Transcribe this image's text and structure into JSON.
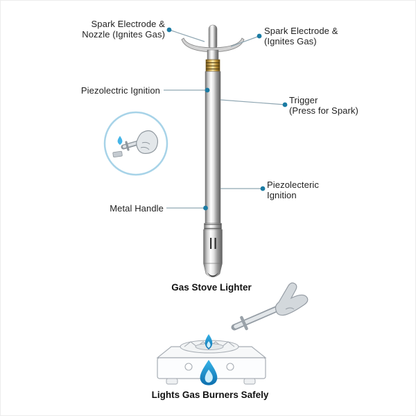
{
  "figure": {
    "subject": "Gas stove lighter labeled diagram"
  },
  "callouts": {
    "spark_nozzle": {
      "line1": "Spark Electrode &",
      "line2": "Nozzle (Ignites Gas)"
    },
    "spark_electrode": {
      "line1": "Spark Electrode &",
      "line2": "(Ignites Gas)"
    },
    "piezo_left": "Piezolectric Ignition",
    "trigger": {
      "line1": "Trigger",
      "line2": "(Press for Spark)"
    },
    "piezo_right": {
      "line1": "Piezolecteric",
      "line2": "Ignition"
    },
    "metal_handle": "Metal Handle"
  },
  "bottom": {
    "title": "Gas Stove Lighter",
    "caption": "Lights Gas Burners Safely"
  },
  "colors": {
    "leader_dot": "#1b7ba3",
    "leader_line": "#8fa6b2",
    "inset_border": "#a7d3e8",
    "flame_blue": "#1596d2",
    "flame_light": "#cdeefb",
    "brass": "#d9b45e"
  },
  "icons": {
    "lighter": "gas-lighter-illustration",
    "inset": "hand-using-lighter-icon",
    "flame_small": "burner-flame-icon",
    "flame_large": "gas-flame-icon",
    "stove": "gas-stove-icon",
    "hand": "hand-holding-lighter-icon"
  }
}
